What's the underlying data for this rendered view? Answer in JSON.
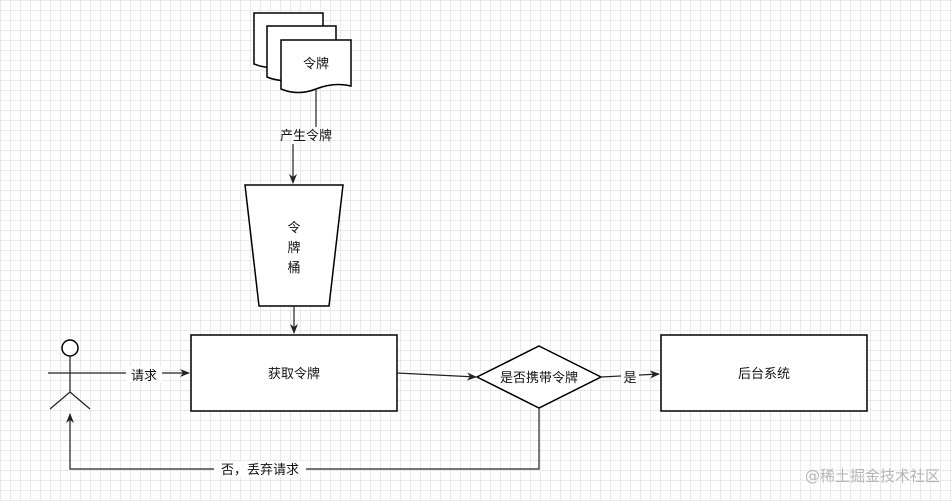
{
  "labels": {
    "token_doc": "令牌",
    "bucket_line1": "令",
    "bucket_line2": "牌",
    "bucket_line3": "桶",
    "get_token": "获取令牌",
    "decision": "是否携带令牌",
    "backend": "后台系统",
    "edge_generate": "产生令牌",
    "edge_request": "请求",
    "edge_yes": "是",
    "edge_no": "否，丢弃请求"
  },
  "watermark": "@稀土掘金技术社区",
  "colors": {
    "grid": "#e9e9e9",
    "stroke": "#000000",
    "text": "#111111",
    "watermark": "#b5b5b5"
  }
}
